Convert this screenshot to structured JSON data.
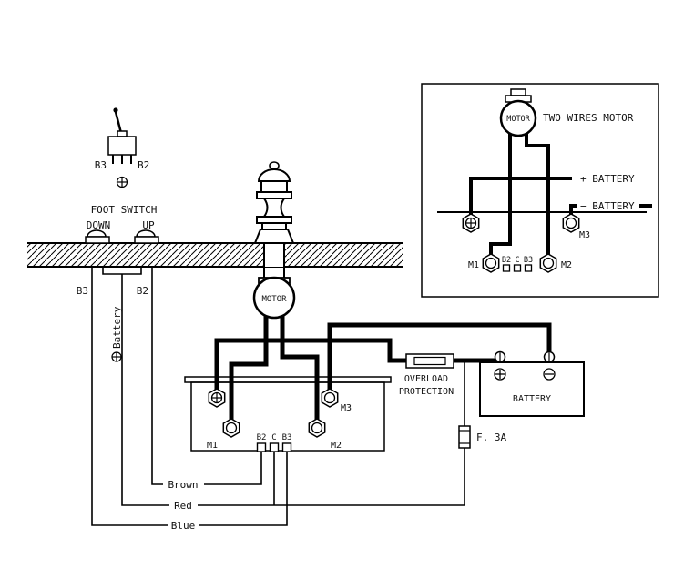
{
  "diagram": {
    "hand_switch": {
      "b3": "B3",
      "b2": "B2"
    },
    "foot_switch": {
      "title": "FOOT SWITCH",
      "down": "DOWN",
      "up": "UP",
      "b3": "B3",
      "b2": "B2",
      "battery": "Battery"
    },
    "motor": {
      "label": "MOTOR"
    },
    "control_box": {
      "m1": "M1",
      "m2": "M2",
      "m3": "M3",
      "b2": "B2",
      "c": "C",
      "b3": "B3"
    },
    "overload": {
      "line1": "OVERLOAD",
      "line2": "PROTECTION"
    },
    "battery": {
      "label": "BATTERY"
    },
    "fuse": {
      "label": "F. 3A"
    },
    "wire_labels": {
      "brown": "Brown",
      "red": "Red",
      "blue": "Blue"
    },
    "inset": {
      "title": "TWO WIRES MOTOR",
      "motor": "MOTOR",
      "plus_battery": "+ BATTERY",
      "minus_battery": "− BATTERY",
      "m1": "M1",
      "m2": "M2",
      "m3": "M3",
      "b2": "B2",
      "c": "C",
      "b3": "B3"
    }
  }
}
